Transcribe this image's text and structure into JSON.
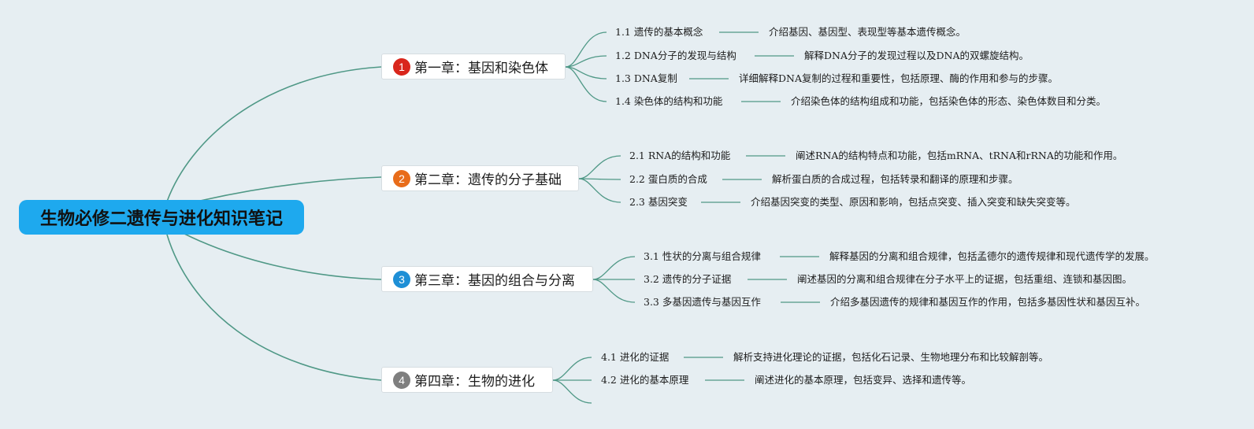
{
  "root": {
    "title": "生物必修二遗传与进化知识笔记"
  },
  "colors": {
    "line": "#4f9886",
    "root_bg": "#1ea9ee",
    "background": "#e6eef2"
  },
  "chapters": [
    {
      "number": "1",
      "badge_color": "#d9261c",
      "title": "第一章：基因和染色体",
      "topics": [
        {
          "label": "1.1 遗传的基本概念",
          "desc": "介绍基因、基因型、表现型等基本遗传概念。"
        },
        {
          "label": "1.2 DNA分子的发现与结构",
          "desc": "解释DNA分子的发现过程以及DNA的双螺旋结构。"
        },
        {
          "label": "1.3 DNA复制",
          "desc": "详细解释DNA复制的过程和重要性，包括原理、酶的作用和参与的步骤。"
        },
        {
          "label": "1.4 染色体的结构和功能",
          "desc": "介绍染色体的结构组成和功能，包括染色体的形态、染色体数目和分类。"
        }
      ]
    },
    {
      "number": "2",
      "badge_color": "#e86c1a",
      "title": "第二章：遗传的分子基础",
      "topics": [
        {
          "label": "2.1 RNA的结构和功能",
          "desc": "阐述RNA的结构特点和功能，包括mRNA、tRNA和rRNA的功能和作用。"
        },
        {
          "label": "2.2 蛋白质的合成",
          "desc": "解析蛋白质的合成过程，包括转录和翻译的原理和步骤。"
        },
        {
          "label": "2.3 基因突变",
          "desc": "介绍基因突变的类型、原因和影响，包括点突变、插入突变和缺失突变等。"
        }
      ]
    },
    {
      "number": "3",
      "badge_color": "#1e8fd6",
      "title": "第三章：基因的组合与分离",
      "topics": [
        {
          "label": "3.1 性状的分离与组合规律",
          "desc": "解释基因的分离和组合规律，包括孟德尔的遗传规律和现代遗传学的发展。"
        },
        {
          "label": "3.2 遗传的分子证据",
          "desc": "阐述基因的分离和组合规律在分子水平上的证据，包括重组、连锁和基因图。"
        },
        {
          "label": "3.3 多基因遗传与基因互作",
          "desc": "介绍多基因遗传的规律和基因互作的作用，包括多基因性状和基因互补。"
        }
      ]
    },
    {
      "number": "4",
      "badge_color": "#7f7f7f",
      "title": "第四章：生物的进化",
      "topics": [
        {
          "label": "4.1 进化的证据",
          "desc": "解析支持进化理论的证据，包括化石记录、生物地理分布和比较解剖等。"
        },
        {
          "label": "4.2 进化的基本原理",
          "desc": "阐述进化的基本原理，包括变异、选择和遗传等。"
        },
        {
          "label": "",
          "desc": ""
        }
      ]
    }
  ]
}
